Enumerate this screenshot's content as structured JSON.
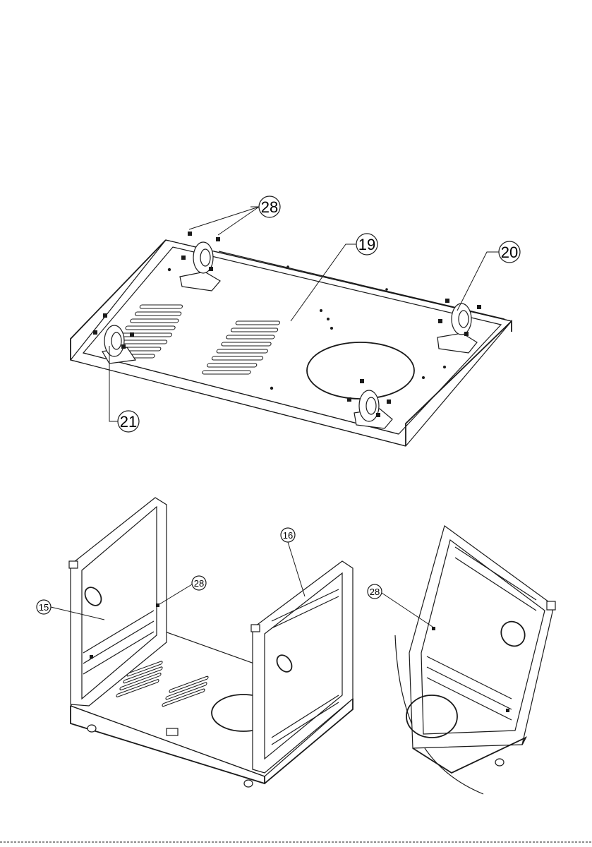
{
  "figure": {
    "callouts": {
      "top_screws": "28",
      "base_panel": "19",
      "caster_right": "20",
      "caster_left": "21",
      "left_side_panel": "15",
      "right_side_panel": "16",
      "side_screw_center": "28",
      "side_screw_detail": "28"
    }
  }
}
